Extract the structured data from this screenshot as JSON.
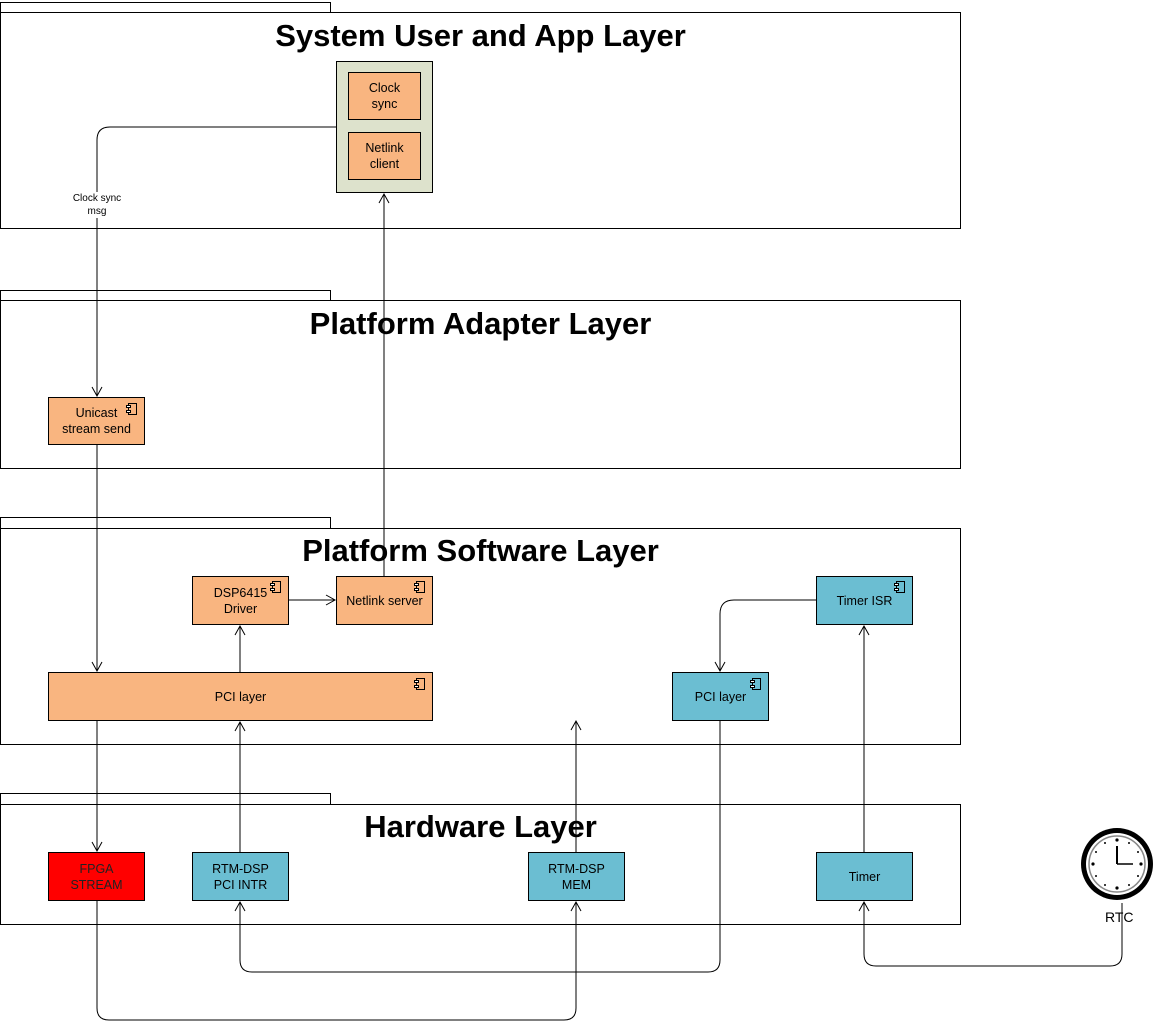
{
  "layers": {
    "app": {
      "title": "System User and App Layer"
    },
    "adapter": {
      "title": "Platform Adapter Layer"
    },
    "software": {
      "title": "Platform Software Layer"
    },
    "hardware": {
      "title": "Hardware Layer"
    }
  },
  "components": {
    "clock_sync": "Clock\nsync",
    "netlink_client": "Netlink\nclient",
    "unicast_send": "Unicast\nstream send",
    "dsp_driver": "DSP6415\nDriver",
    "netlink_server": "Netlink server",
    "timer_isr": "Timer ISR",
    "pci_layer_main": "PCI layer",
    "pci_layer_timer": "PCI layer",
    "fpga_stream": "FPGA\nSTREAM",
    "rtm_pci_intr": "RTM-DSP\nPCI INTR",
    "rtm_mem": "RTM-DSP\nMEM",
    "timer": "Timer"
  },
  "labels": {
    "clock_sync_msg": "Clock sync\nmsg",
    "rtc": "RTC"
  },
  "colors": {
    "orange": "#f9b580",
    "blue": "#6bbed2",
    "red": "#ff0000",
    "group": "#dde2cc"
  }
}
